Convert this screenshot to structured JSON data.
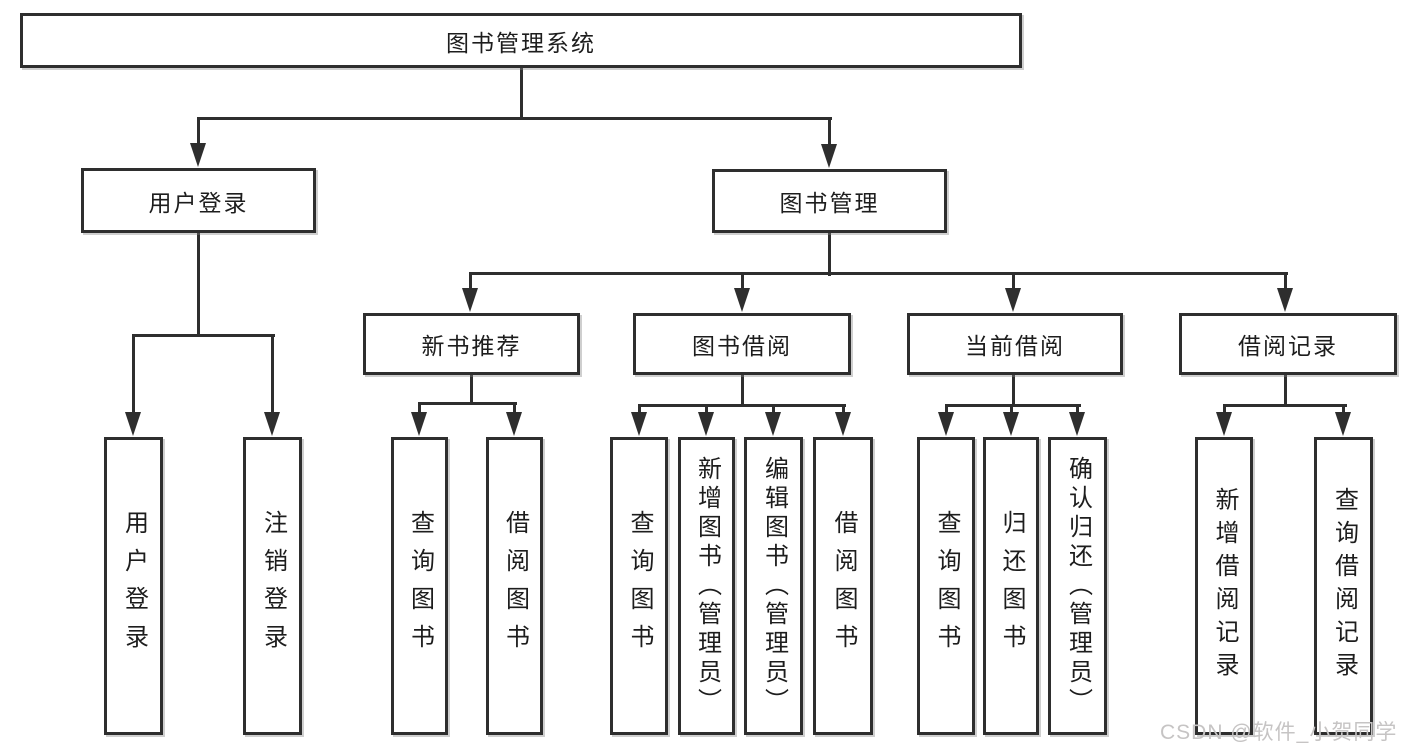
{
  "diagram": {
    "watermark": "CSDN @软件_小贺同学",
    "colors": {
      "background": "#ffffff",
      "line": "#2e2e2e",
      "box_border": "#2e2e2e",
      "box_bg": "#ffffff",
      "text": "#1d1d1d",
      "watermark": "#c6c4c4"
    },
    "nodes": [
      {
        "id": "library-system",
        "label": "图书管理系统",
        "level": 0
      },
      {
        "id": "user-login",
        "label": "用户登录",
        "level": 1
      },
      {
        "id": "book-management",
        "label": "图书管理",
        "level": 1
      },
      {
        "id": "new-book-recommend",
        "label": "新书推荐",
        "level": 2
      },
      {
        "id": "book-borrowing",
        "label": "图书借阅",
        "level": 2
      },
      {
        "id": "current-borrowing",
        "label": "当前借阅",
        "level": 2
      },
      {
        "id": "borrowing-records",
        "label": "借阅记录",
        "level": 2
      },
      {
        "id": "user-login-leaf",
        "label": "用户登录",
        "level": 3
      },
      {
        "id": "logout-login",
        "label": "注销登录",
        "level": 3
      },
      {
        "id": "query-books-recommend",
        "label": "查询图书",
        "level": 3
      },
      {
        "id": "borrow-books-recommend",
        "label": "借阅图书",
        "level": 3
      },
      {
        "id": "query-books-borrowing",
        "label": "查询图书",
        "level": 3
      },
      {
        "id": "add-books-admin",
        "label": "新增图书（管理员）",
        "level": 3
      },
      {
        "id": "edit-books-admin",
        "label": "编辑图书（管理员）",
        "level": 3
      },
      {
        "id": "borrow-books",
        "label": "借阅图书",
        "level": 3
      },
      {
        "id": "query-books-current",
        "label": "查询图书",
        "level": 3
      },
      {
        "id": "return-books",
        "label": "归还图书",
        "level": 3
      },
      {
        "id": "confirm-return-admin",
        "label": "确认归还（管理员）",
        "level": 3
      },
      {
        "id": "add-borrow-record",
        "label": "新增借阅记录",
        "level": 3
      },
      {
        "id": "query-borrow-record",
        "label": "查询借阅记录",
        "level": 3
      }
    ],
    "edges": [
      [
        "library-system",
        "user-login"
      ],
      [
        "library-system",
        "book-management"
      ],
      [
        "user-login",
        "user-login-leaf"
      ],
      [
        "user-login",
        "logout-login"
      ],
      [
        "book-management",
        "new-book-recommend"
      ],
      [
        "book-management",
        "book-borrowing"
      ],
      [
        "book-management",
        "current-borrowing"
      ],
      [
        "book-management",
        "borrowing-records"
      ],
      [
        "new-book-recommend",
        "query-books-recommend"
      ],
      [
        "new-book-recommend",
        "borrow-books-recommend"
      ],
      [
        "book-borrowing",
        "query-books-borrowing"
      ],
      [
        "book-borrowing",
        "add-books-admin"
      ],
      [
        "book-borrowing",
        "edit-books-admin"
      ],
      [
        "book-borrowing",
        "borrow-books"
      ],
      [
        "current-borrowing",
        "query-books-current"
      ],
      [
        "current-borrowing",
        "return-books"
      ],
      [
        "current-borrowing",
        "confirm-return-admin"
      ],
      [
        "borrowing-records",
        "add-borrow-record"
      ],
      [
        "borrowing-records",
        "query-borrow-record"
      ]
    ]
  }
}
